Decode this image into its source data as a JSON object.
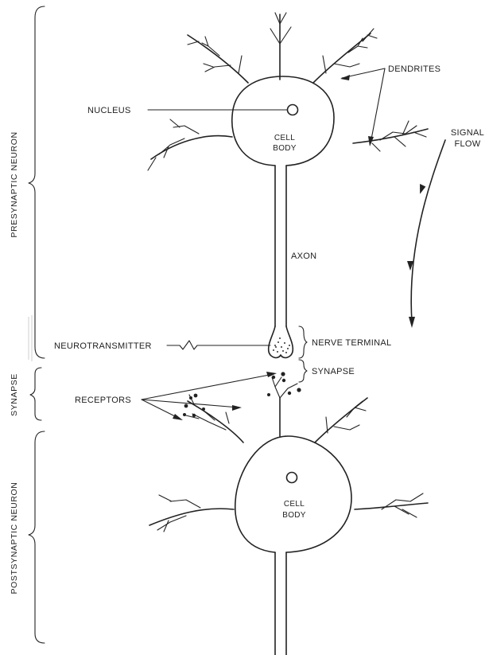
{
  "labels": {
    "dendrites": "DENDRITES",
    "nucleus": "NUCLEUS",
    "cell_body_top_line1": "CELL",
    "cell_body_top_line2": "BODY",
    "signal_flow_line1": "SIGNAL",
    "signal_flow_line2": "FLOW",
    "axon": "AXON",
    "neurotransmitter": "NEUROTRANSMITTER",
    "nerve_terminal": "NERVE TERMINAL",
    "synapse": "SYNAPSE",
    "receptors": "RECEPTORS",
    "cell_body_bottom_line1": "CELL",
    "cell_body_bottom_line2": "BODY"
  },
  "side_labels": {
    "presynaptic": "PRESYNAPTIC NEURON",
    "synapse": "SYNAPSE",
    "postsynaptic": "POSTSYNAPTIC NEURON"
  }
}
